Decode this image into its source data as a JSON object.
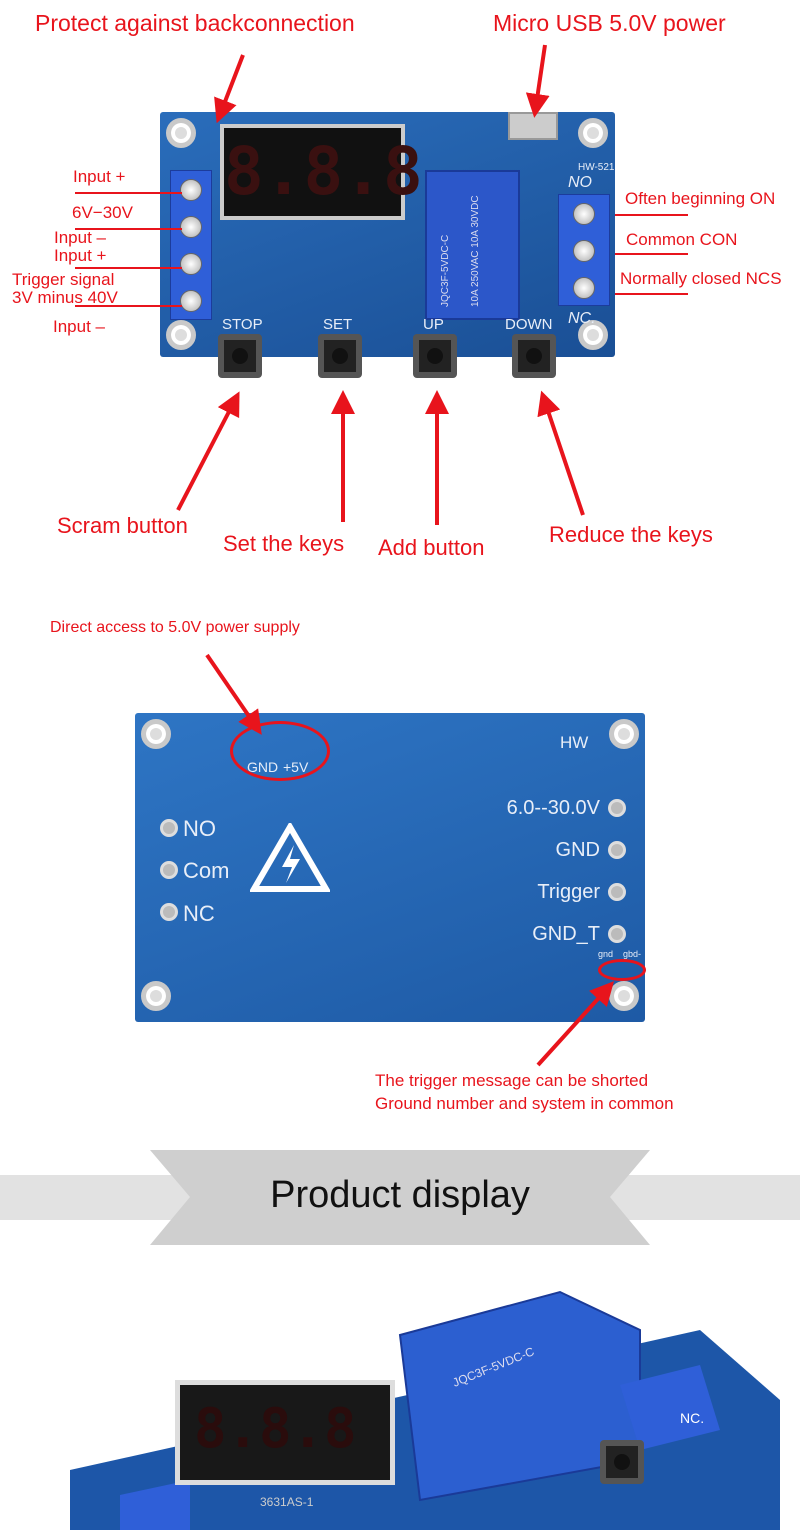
{
  "top_section": {
    "callouts": {
      "protect": "Protect against backconnection",
      "usb": "Micro USB 5.0V power",
      "left": [
        "Input +",
        "6V−30V",
        "Input –",
        "Input +",
        "Trigger signal",
        "3V minus 40V",
        "Input –"
      ],
      "right": [
        "Often beginning ON",
        "Common CON",
        "Normally closed NCS"
      ],
      "buttons": [
        "Scram button",
        "Set the keys",
        "Add button",
        "Reduce the keys"
      ]
    },
    "board": {
      "model": "HW-521",
      "display": "8.8.8",
      "relay_text": "JQC3F-5VDC-C",
      "relay_rating": "10A 250VAC 10A 30VDC",
      "button_labels": [
        "STOP",
        "SET",
        "UP",
        "DOWN"
      ],
      "terminal_top": "NO",
      "terminal_bottom": "NC."
    }
  },
  "middle_section": {
    "callout_top": "Direct access to 5.0V power supply",
    "callout_bottom": [
      "The trigger message can be shorted",
      "Ground number and system in common"
    ],
    "board": {
      "pads_top": [
        "GND",
        "+5V"
      ],
      "hw": "HW",
      "relay_pins": [
        "NO",
        "Com",
        "NC"
      ],
      "input_pins": [
        "6.0--30.0V",
        "GND",
        "Trigger",
        "GND_T"
      ],
      "small_pads": [
        "gnd",
        "gbd-"
      ]
    }
  },
  "banner": {
    "title": "Product display"
  },
  "product_photo": {
    "relay_text": "JQC3F-5VDC-C",
    "display_label": "3631AS-1",
    "terminal_label": "NC."
  },
  "colors": {
    "callout": "#e8141c",
    "board": "#1f5aa6"
  }
}
